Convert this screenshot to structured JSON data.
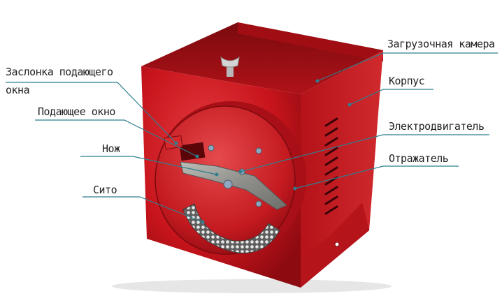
{
  "colors": {
    "body_red": "#c8141c",
    "dark_red": "#8c0a10",
    "leader_line": "#2f7f8f",
    "label_text": "#222222",
    "knife_steel": "#9a9a96"
  },
  "labels": {
    "zaslonka_line1": "Заслонка подающего",
    "zaslonka_line2": "окна",
    "podayuschee_okno": "Подающее окно",
    "nozh": "Нож",
    "sito": "Сито",
    "zagruzochnaya_kamera": "Загрузочная камера",
    "korpus": "Корпус",
    "elektrodvigatel": "Электродвигатель",
    "otrazhatel": "Отражатель"
  }
}
